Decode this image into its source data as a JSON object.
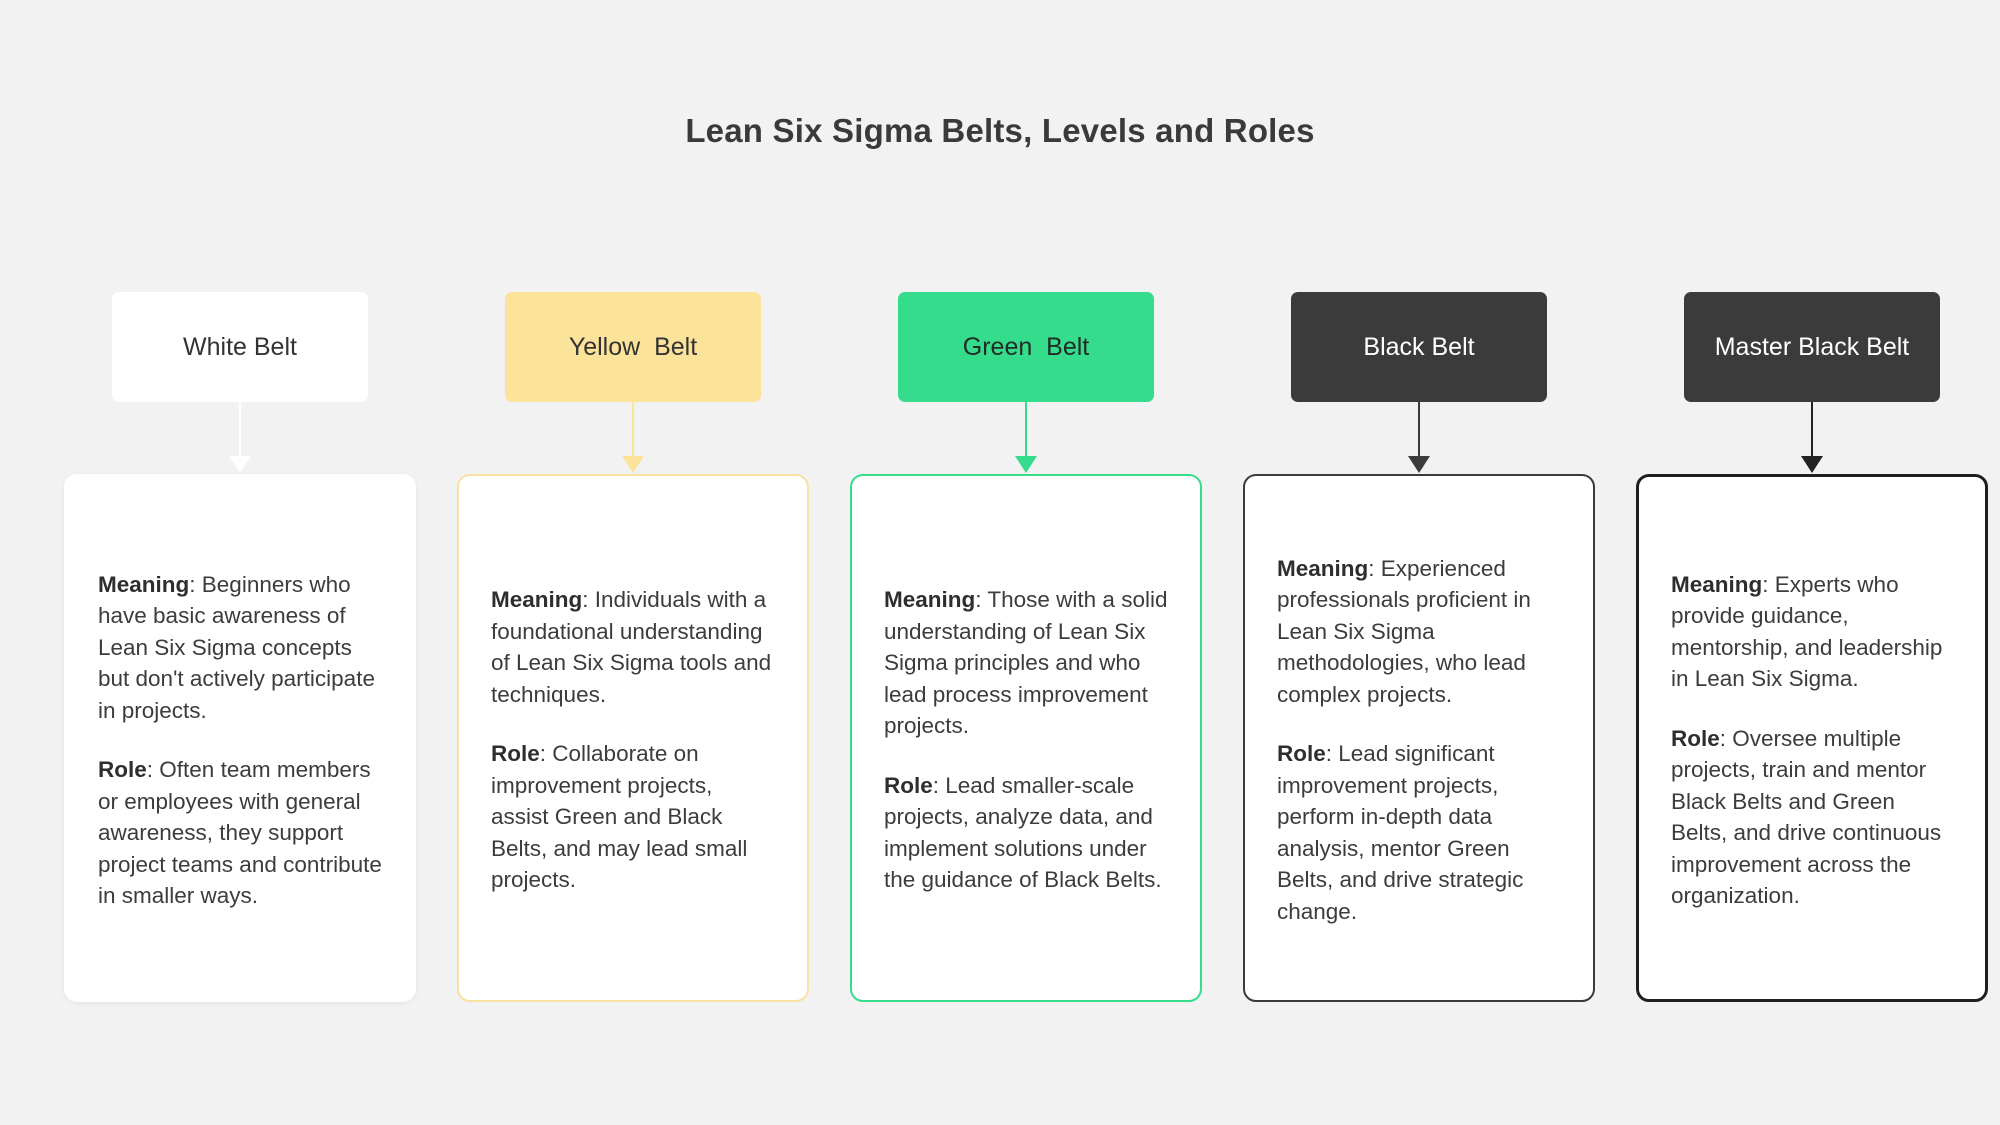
{
  "header": {
    "title": "Lean Six Sigma Belts, Levels and Roles"
  },
  "colors": {
    "background": "#f2f2f2",
    "white_belt": "#ffffff",
    "yellow_belt": "#fce39a",
    "green_belt": "#35dc8c",
    "black_belt": "#3b3b3b",
    "master_black_belt": "#3b3b3b",
    "title_text": "#3a3a3a",
    "body_text": "#3c3c3c"
  },
  "labels": {
    "meaning": "Meaning",
    "role": "Role",
    "separator": ": "
  },
  "columns": [
    {
      "id": "white",
      "belt_label": "White Belt",
      "meaning": "Beginners who have basic awareness of Lean Six Sigma concepts but don't actively participate in projects.",
      "role": "Often team members or employees with general awareness, they support project teams and contribute in smaller ways."
    },
    {
      "id": "yellow",
      "belt_label": "Yellow  Belt",
      "meaning": "Individuals with a foundational understanding of Lean Six Sigma tools and techniques.",
      "role": "Collaborate on improvement projects, assist Green and Black Belts, and may lead small projects."
    },
    {
      "id": "green",
      "belt_label": "Green  Belt",
      "meaning": "Those with a solid understanding of Lean Six Sigma principles and who lead process improvement projects.",
      "role": "Lead smaller-scale projects, analyze data, and implement solutions under the guidance of Black Belts."
    },
    {
      "id": "black",
      "belt_label": "Black Belt",
      "meaning": "Experienced professionals proficient in Lean Six Sigma methodologies, who lead complex projects.",
      "role": "Lead significant improvement projects, perform in-depth data analysis, mentor Green Belts, and drive strategic change."
    },
    {
      "id": "masterblack",
      "belt_label": "Master Black Belt",
      "meaning": "Experts who provide guidance, mentorship, and leadership in Lean Six Sigma.",
      "role": "Oversee multiple projects, train and mentor Black Belts and Green Belts, and drive continuous improvement across the organization."
    }
  ]
}
